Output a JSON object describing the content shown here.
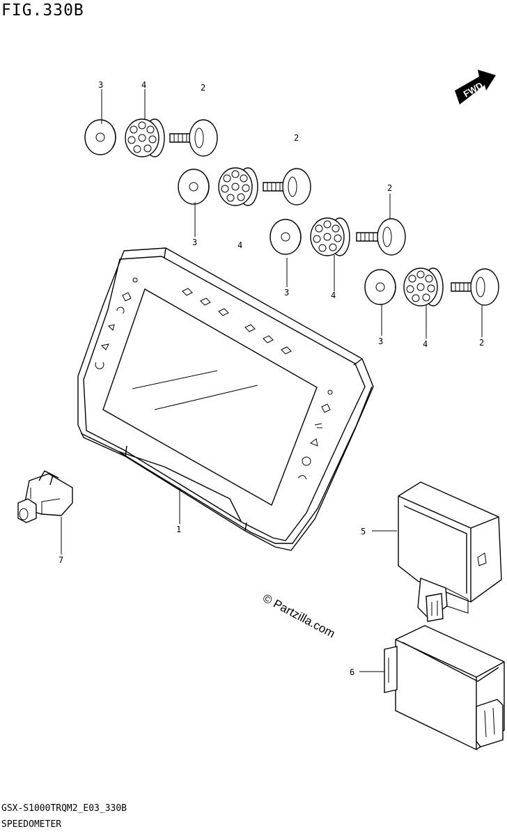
{
  "header": {
    "figure_title": "FIG.330B"
  },
  "footer": {
    "model_code": "GSX-S1000TRQM2_E03_330B",
    "section_name": "SPEEDOMETER"
  },
  "fwd_label": "FWD",
  "watermark": "© Partzilla.com",
  "callouts": {
    "meter_assy": "1",
    "bolt_a": "2",
    "bolt_b": "2",
    "bolt_c": "2",
    "bolt_d": "2",
    "washer_a": "3",
    "washer_b": "3",
    "washer_c": "3",
    "washer_d": "3",
    "cushion_a": "4",
    "cushion_b": "4",
    "cushion_c": "4",
    "cushion_d": "4",
    "controller": "5",
    "controller_cover": "6",
    "connector": "7"
  }
}
